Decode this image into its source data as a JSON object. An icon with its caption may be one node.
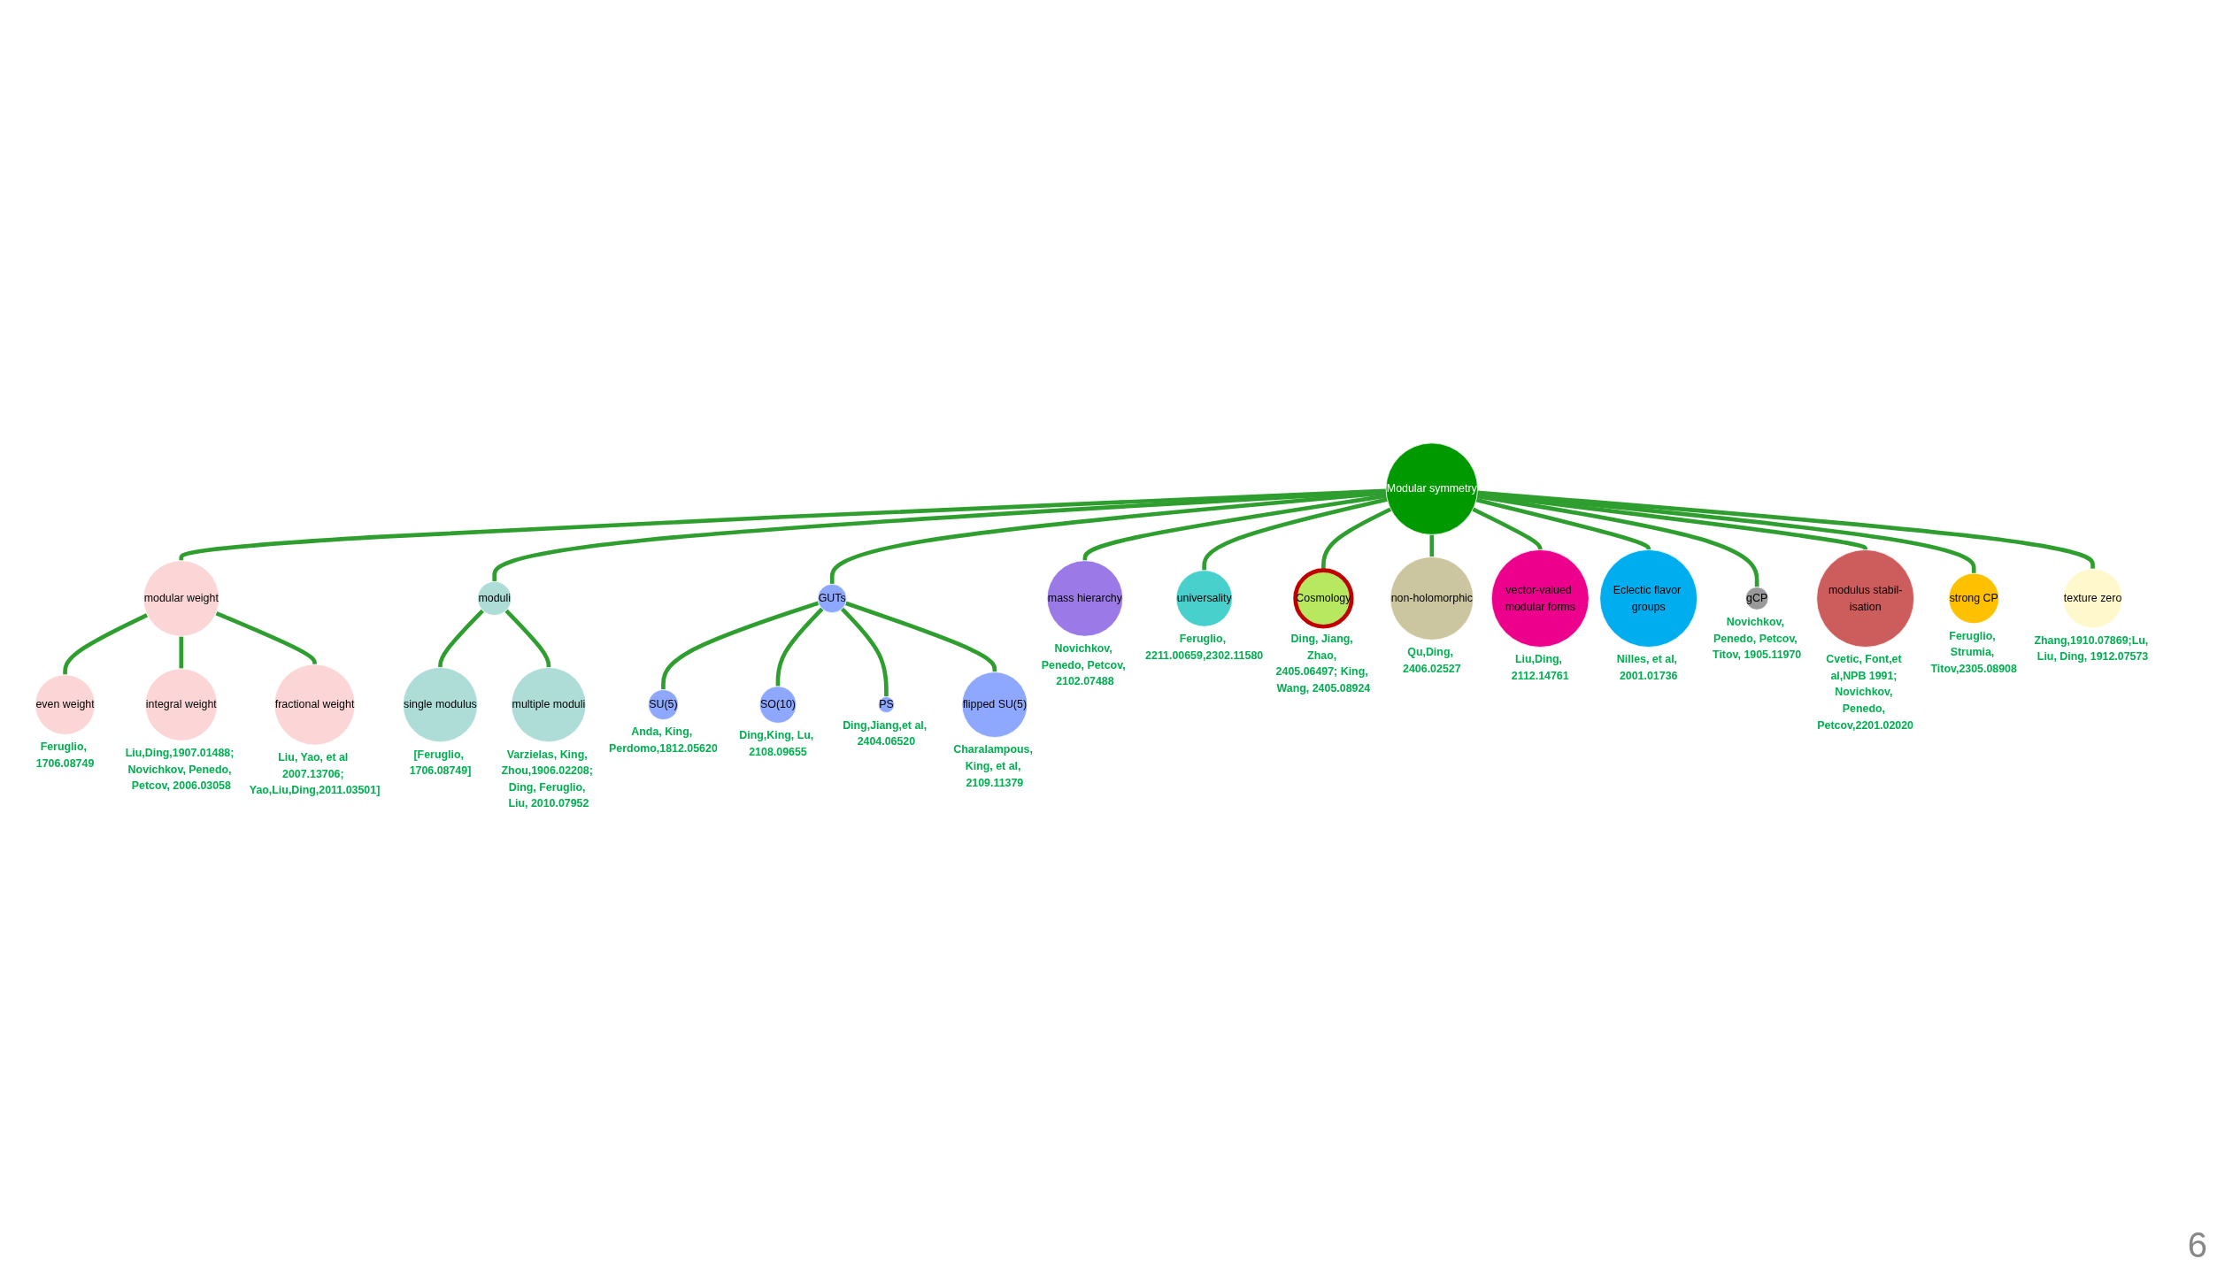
{
  "diagram": {
    "nodes": [
      {
        "text": [
          "Modular symmetry"
        ]
      },
      {
        "text": [
          "mass hierarchy"
        ],
        "beside": [
          "Novichkov, Penedo, Petcov, 2102.07488"
        ]
      },
      {
        "text": [
          "universality"
        ],
        "beside": [
          "Feruglio, 2211.00659,2302.11580"
        ]
      },
      {
        "text": [
          "Cosmology"
        ],
        "beside": [
          "Ding, Jiang, Zhao, 2405.06497; King, Wang, 2405.08924"
        ]
      },
      {
        "text": [
          "non-holomorphic"
        ],
        "beside": [
          "Qu,Ding, 2406.02527"
        ]
      },
      {
        "text": [
          "modular weight"
        ]
      },
      {
        "text": [
          "even weight"
        ],
        "beside": [
          "Feruglio, 1706.08749"
        ]
      },
      {
        "text": [
          "integral weight"
        ],
        "beside": [
          "Liu,Ding,1907.01488; Novichkov, Penedo, Petcov, 2006.03058"
        ]
      },
      {
        "text": [
          "fractional weight"
        ],
        "beside": [
          "Liu, Yao, et al 2007.13706; Yao,Liu,Ding,2011.03501]"
        ]
      },
      {
        "text": [
          "moduli"
        ]
      },
      {
        "text": [
          "single modulus"
        ],
        "beside": [
          "[Feruglio, 1706.08749]"
        ]
      },
      {
        "text": [
          "multiple moduli"
        ],
        "beside": [
          "Varzielas, King, Zhou,1906.02208; Ding, Feruglio, Liu, 2010.07952"
        ]
      },
      {
        "text": [
          "vector-valued modular forms"
        ],
        "beside": [
          "Liu,Ding, 2112.14761"
        ]
      },
      {
        "text": [
          "Eclectic flavor groups"
        ],
        "beside": [
          "Nilles, et al, 2001.01736"
        ]
      },
      {
        "text": [
          "gCP"
        ],
        "beside": [
          "Novichkov, Penedo, Petcov, Titov, 1905.11970"
        ]
      },
      {
        "text": [
          "modulus stabil-isation"
        ],
        "beside": [
          "Cvetic, Font,et al,NPB 1991; Novichkov, Penedo, Petcov,2201.02020"
        ]
      },
      {
        "text": [
          "strong CP"
        ],
        "beside": [
          "Feruglio, Strumia, Titov,2305.08908"
        ]
      },
      {
        "text": [
          "GUTs"
        ]
      },
      {
        "text": [
          "SU(5)"
        ],
        "beside": [
          "Anda, King, Perdomo,1812.05620"
        ]
      },
      {
        "text": [
          "SO(10)"
        ],
        "beside": [
          "Ding,King, Lu, 2108.09655"
        ]
      },
      {
        "text": [
          "PS"
        ],
        "beside": [
          "Ding,Jiang,et al, 2404.06520"
        ]
      },
      {
        "text": [
          "flipped SU(5)"
        ],
        "beside": [
          "Charalampous, King, et al, 2109.11379"
        ]
      },
      {
        "text": [
          "texture zero"
        ],
        "beside": [
          "Zhang,1910.07869;Lu, Liu, Ding, 1912.07573"
        ]
      }
    ],
    "edges": [
      {
        "from": 0,
        "to": 1,
        "arrow": "none"
      },
      {
        "from": 0,
        "to": 2,
        "arrow": "none"
      },
      {
        "from": 0,
        "to": 3,
        "arrow": "none"
      },
      {
        "from": 0,
        "to": 4,
        "arrow": "none"
      },
      {
        "from": 0,
        "to": 5,
        "arrow": "none"
      },
      {
        "from": 5,
        "to": 6,
        "arrow": "none"
      },
      {
        "from": 5,
        "to": 7,
        "arrow": "none"
      },
      {
        "from": 5,
        "to": 8,
        "arrow": "none"
      },
      {
        "from": 0,
        "to": 9,
        "arrow": "none"
      },
      {
        "from": 9,
        "to": 10,
        "arrow": "none"
      },
      {
        "from": 9,
        "to": 11,
        "arrow": "none"
      },
      {
        "from": 0,
        "to": 12,
        "arrow": "none"
      },
      {
        "from": 0,
        "to": 13,
        "arrow": "none"
      },
      {
        "from": 0,
        "to": 14,
        "arrow": "none"
      },
      {
        "from": 0,
        "to": 15,
        "arrow": "none"
      },
      {
        "from": 0,
        "to": 16,
        "arrow": "none"
      },
      {
        "from": 0,
        "to": 17,
        "arrow": "none"
      },
      {
        "from": 17,
        "to": 18,
        "arrow": "none"
      },
      {
        "from": 17,
        "to": 19,
        "arrow": "none"
      },
      {
        "from": 17,
        "to": 20,
        "arrow": "none"
      },
      {
        "from": 17,
        "to": 21,
        "arrow": "none"
      },
      {
        "from": 0,
        "to": 22,
        "arrow": "none"
      }
    ],
    "labels": [
      "6"
    ]
  }
}
